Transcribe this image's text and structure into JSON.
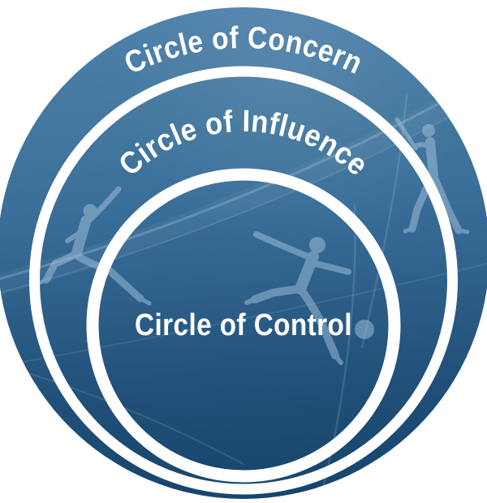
{
  "diagram": {
    "rings": [
      {
        "id": "concern",
        "label": "Circle of Concern"
      },
      {
        "id": "influence",
        "label": "Circle of Influence"
      },
      {
        "id": "control",
        "label": "Circle of Control"
      }
    ],
    "colors": {
      "gradient": [
        "#4d81ac",
        "#44789f",
        "#3a6f99",
        "#2c5e88",
        "#1f4e77",
        "#15456b"
      ],
      "ring_stroke": "#ffffff",
      "label_text": "#ffffff",
      "silhouette": "#a5c4dd",
      "streak": "#b9d4e8"
    },
    "decor_icons": [
      "leaping-athlete-silhouette",
      "soccer-player-silhouette",
      "soccer-ball-icon",
      "baseball-batter-silhouette",
      "motion-streak-lines"
    ]
  }
}
